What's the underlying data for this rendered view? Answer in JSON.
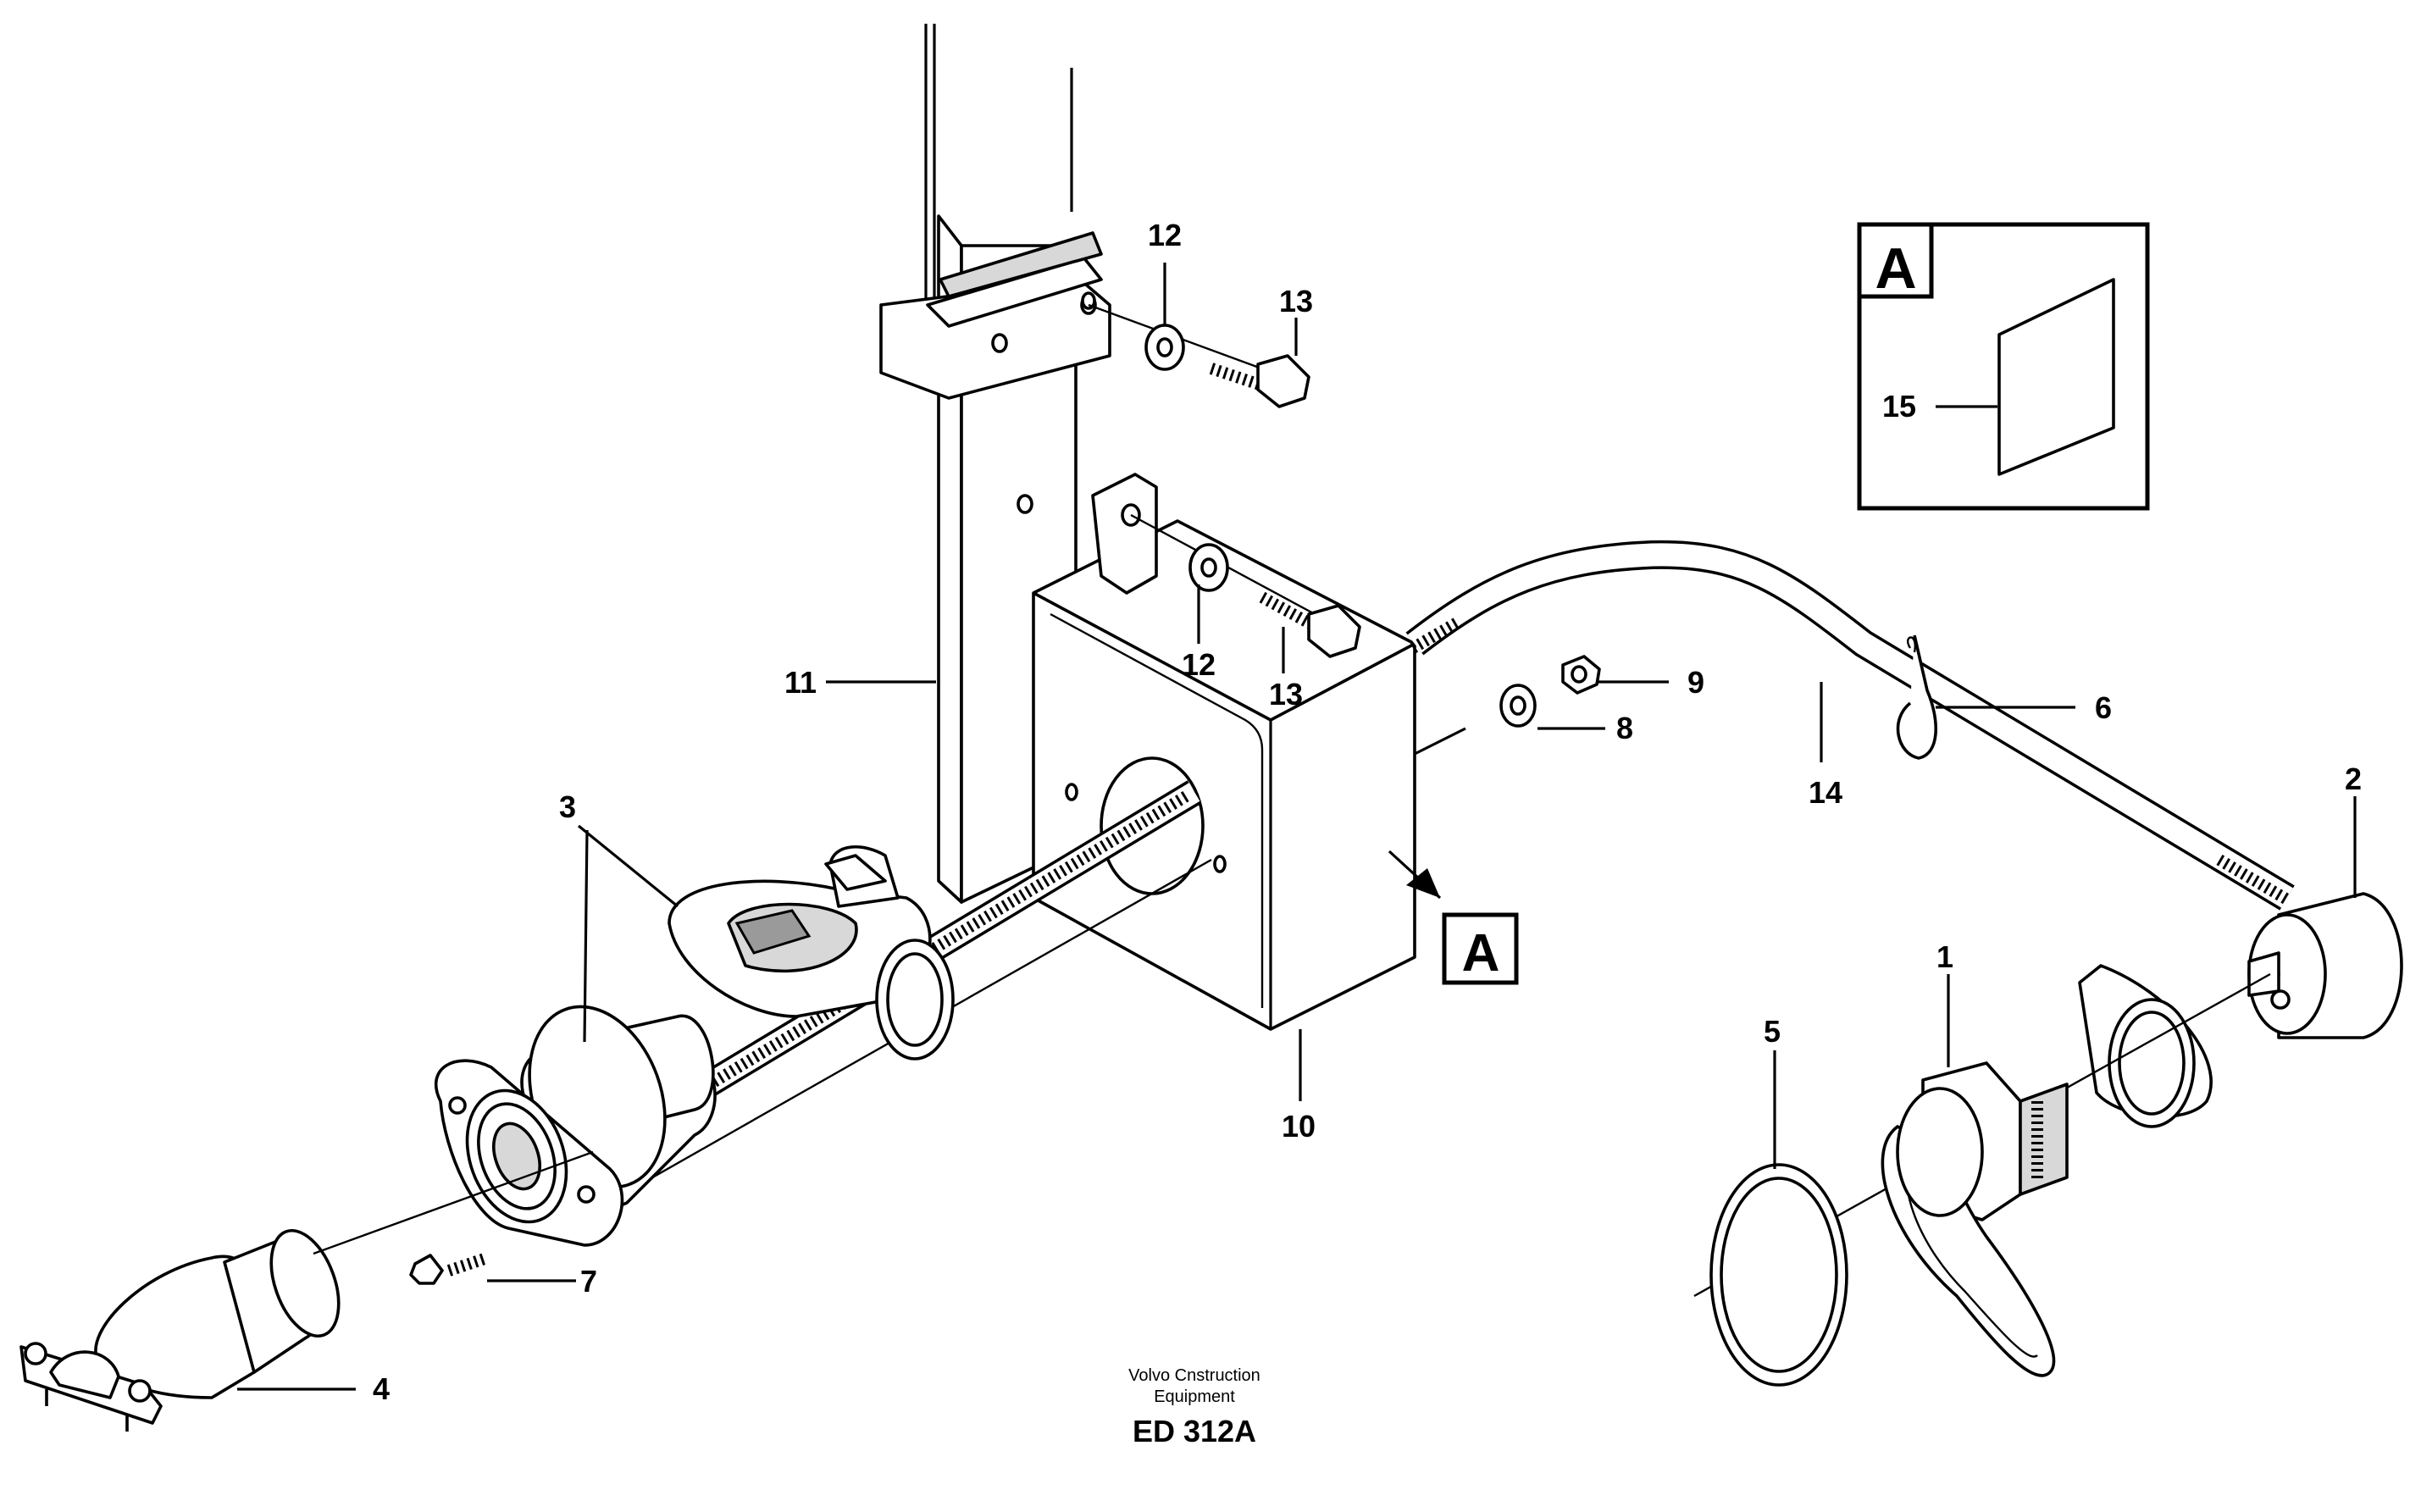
{
  "callouts": {
    "c1": "1",
    "c2": "2",
    "c3": "3",
    "c4": "4",
    "c5": "5",
    "c6": "6",
    "c7": "7",
    "c8": "8",
    "c9": "9",
    "c10": "10",
    "c11": "11",
    "c12a": "12",
    "c12b": "12",
    "c13a": "13",
    "c13b": "13",
    "c14": "14",
    "c15": "15"
  },
  "detail": {
    "inset_letter": "A",
    "view_marker": "A"
  },
  "footer": {
    "line1": "Volvo Cnstruction",
    "line2": "Equipment",
    "code": "ED 312A"
  }
}
